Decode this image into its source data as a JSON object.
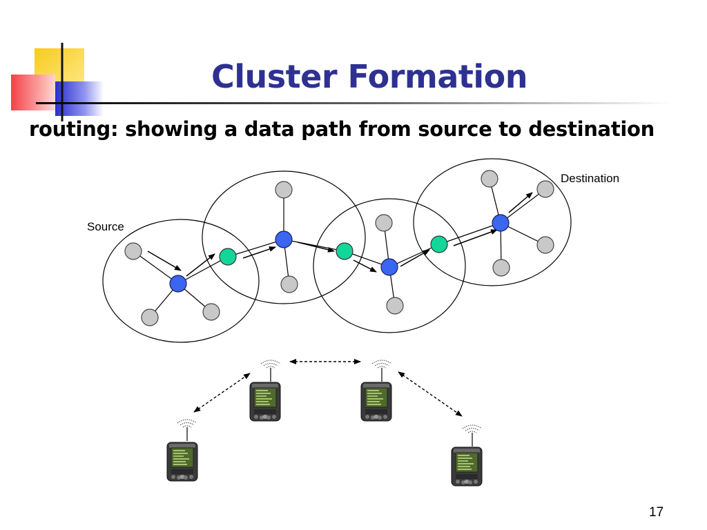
{
  "slide": {
    "title": "Cluster Formation",
    "subtitle": "routing: showing a data path from source to destination",
    "page_number": "17"
  },
  "diagram": {
    "labels": {
      "source": "Source",
      "destination": "Destination"
    },
    "colors": {
      "title": "#2e3192",
      "cluster_head": "#3a66f0",
      "gateway": "#12d69a",
      "member": "#c8c8c8",
      "deco_yellow": "#f7cb1c",
      "deco_red": "#f3373c",
      "deco_blue": "#2a2ed0"
    },
    "icons": [
      "pda-device-icon",
      "wifi-signal-icon",
      "dashed-bidirectional-arrow-icon"
    ]
  }
}
